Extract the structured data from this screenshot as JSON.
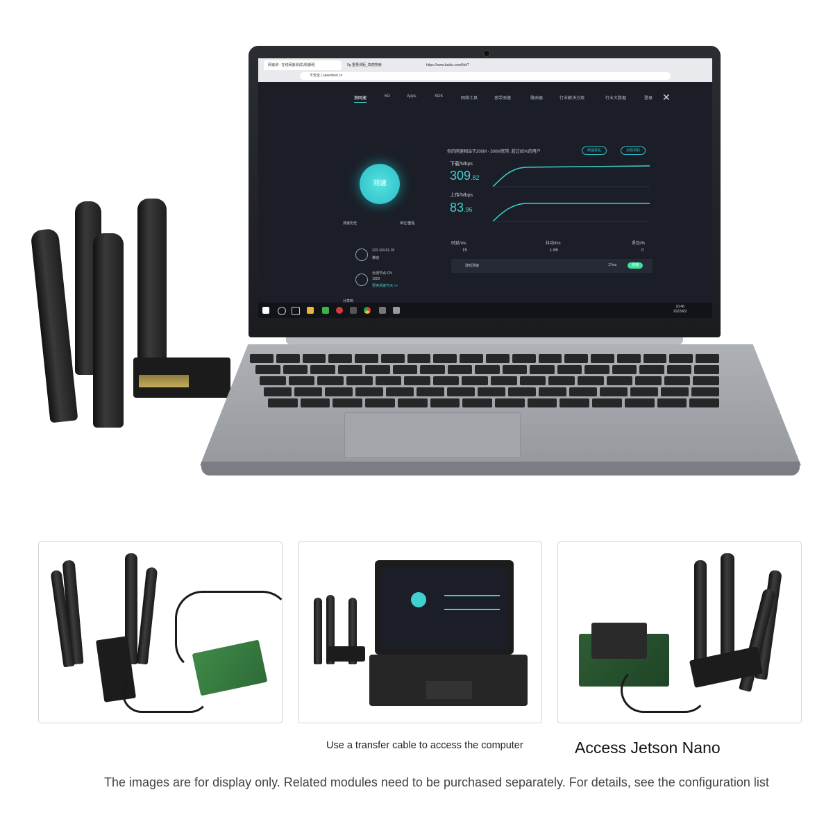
{
  "browser": {
    "tabs": [
      "网速测 - 在线网速测试(测速网)",
      "5g 重量测距_高德搜索",
      "https://www.baidu.com/link?"
    ],
    "address": "不安全 | speedtest.cn"
  },
  "site": {
    "nav": [
      "测网速",
      "5G",
      "Apps",
      "SDK",
      "网络工具",
      "宽带测速",
      "路由器",
      "行业解决方案",
      "行业大数据",
      "登录"
    ],
    "start_button": "测速",
    "history_label": "测速历史",
    "node_label": "单位/重程",
    "ip": "223.104.61.18",
    "ip_carrier": "移动",
    "server": "云测节点-CN",
    "server_code": "1929",
    "change_server": "更换测速节点 >>",
    "share_label": "分享到",
    "result_message": "你的网速相当于200M - 300M宽带, 超过95%的用户",
    "pill_a": "网速排名",
    "pill_b": "点我领取",
    "download_label": "下载/Mbps",
    "download_int": "309",
    "download_dec": ".82",
    "upload_label": "上传/Mbps",
    "upload_int": "83",
    "upload_dec": ".96",
    "latency_label": "时延/ms",
    "latency_value": "15",
    "jitter_label": "抖动/ms",
    "jitter_value": "1.66",
    "loss_label": "丢包/%",
    "loss_value": "0",
    "game_label": "游戏测速",
    "game_ms": "17ms",
    "game_badge": "测速"
  },
  "taskbar": {
    "time": "10:46",
    "date": "2022/6/2"
  },
  "captions": {
    "middle": "Use a transfer cable to access the computer",
    "right": "Access Jetson Nano",
    "disclaimer": "The images are for display only. Related modules need to be purchased separately. For details, see the configuration list"
  },
  "colors": {
    "accent": "#3fd1d1",
    "site_bg": "#1b1e27",
    "badge": "#3ee0a0"
  }
}
